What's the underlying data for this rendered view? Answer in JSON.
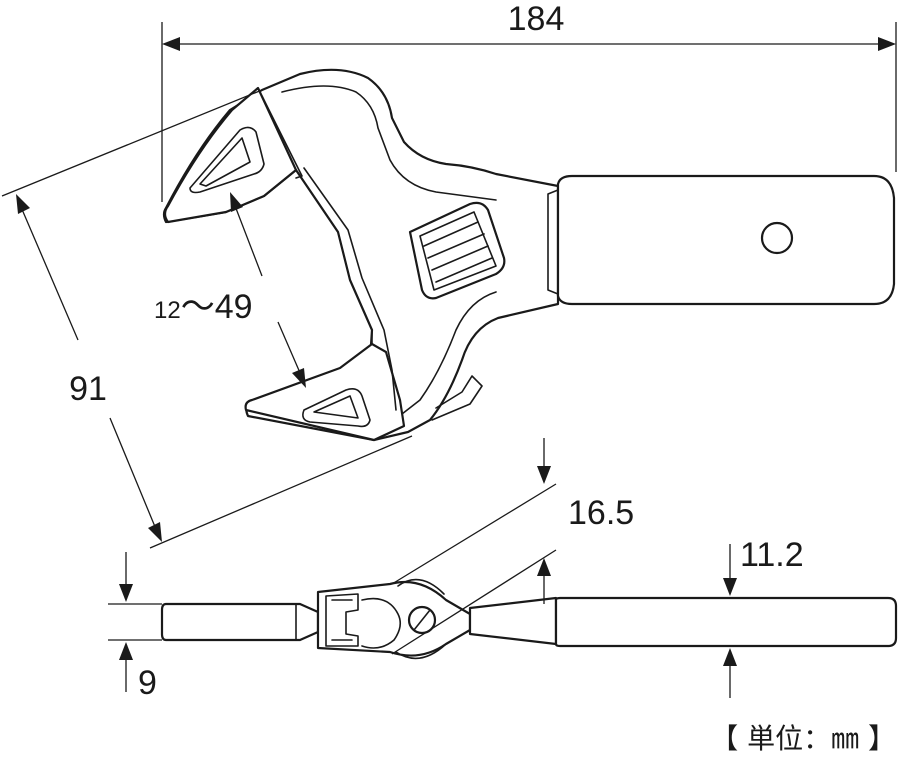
{
  "dimensions": {
    "overall_length": "184",
    "head_height": "91",
    "jaw_range_min": "12",
    "jaw_range_sep": "～",
    "jaw_range_max": "49",
    "head_thickness": "16.5",
    "handle_thickness": "11.2",
    "handle_end_thickness": "9"
  },
  "unit_note": "【 単位：㎜ 】",
  "colors": {
    "line": "#1a1a1a",
    "background": "#ffffff"
  }
}
